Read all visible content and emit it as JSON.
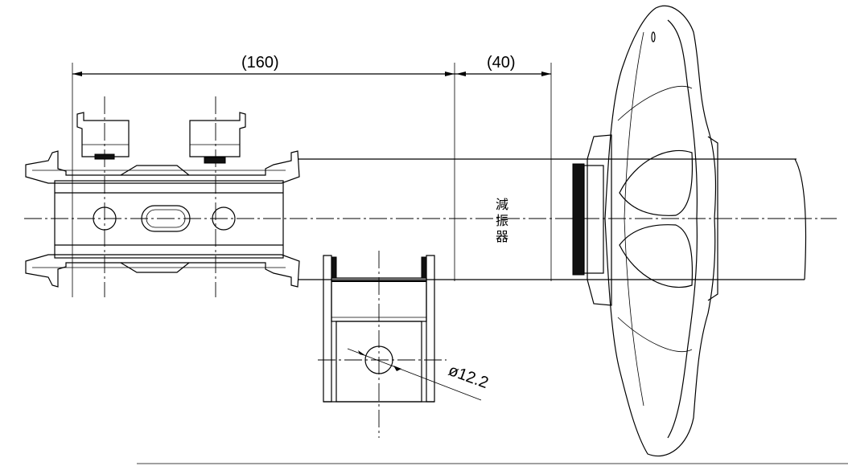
{
  "dimensions": {
    "length_main": "(160)",
    "length_secondary": "(40)",
    "hole_diameter": "ø12.2"
  },
  "vertical_label": [
    "減",
    "振",
    "器"
  ]
}
